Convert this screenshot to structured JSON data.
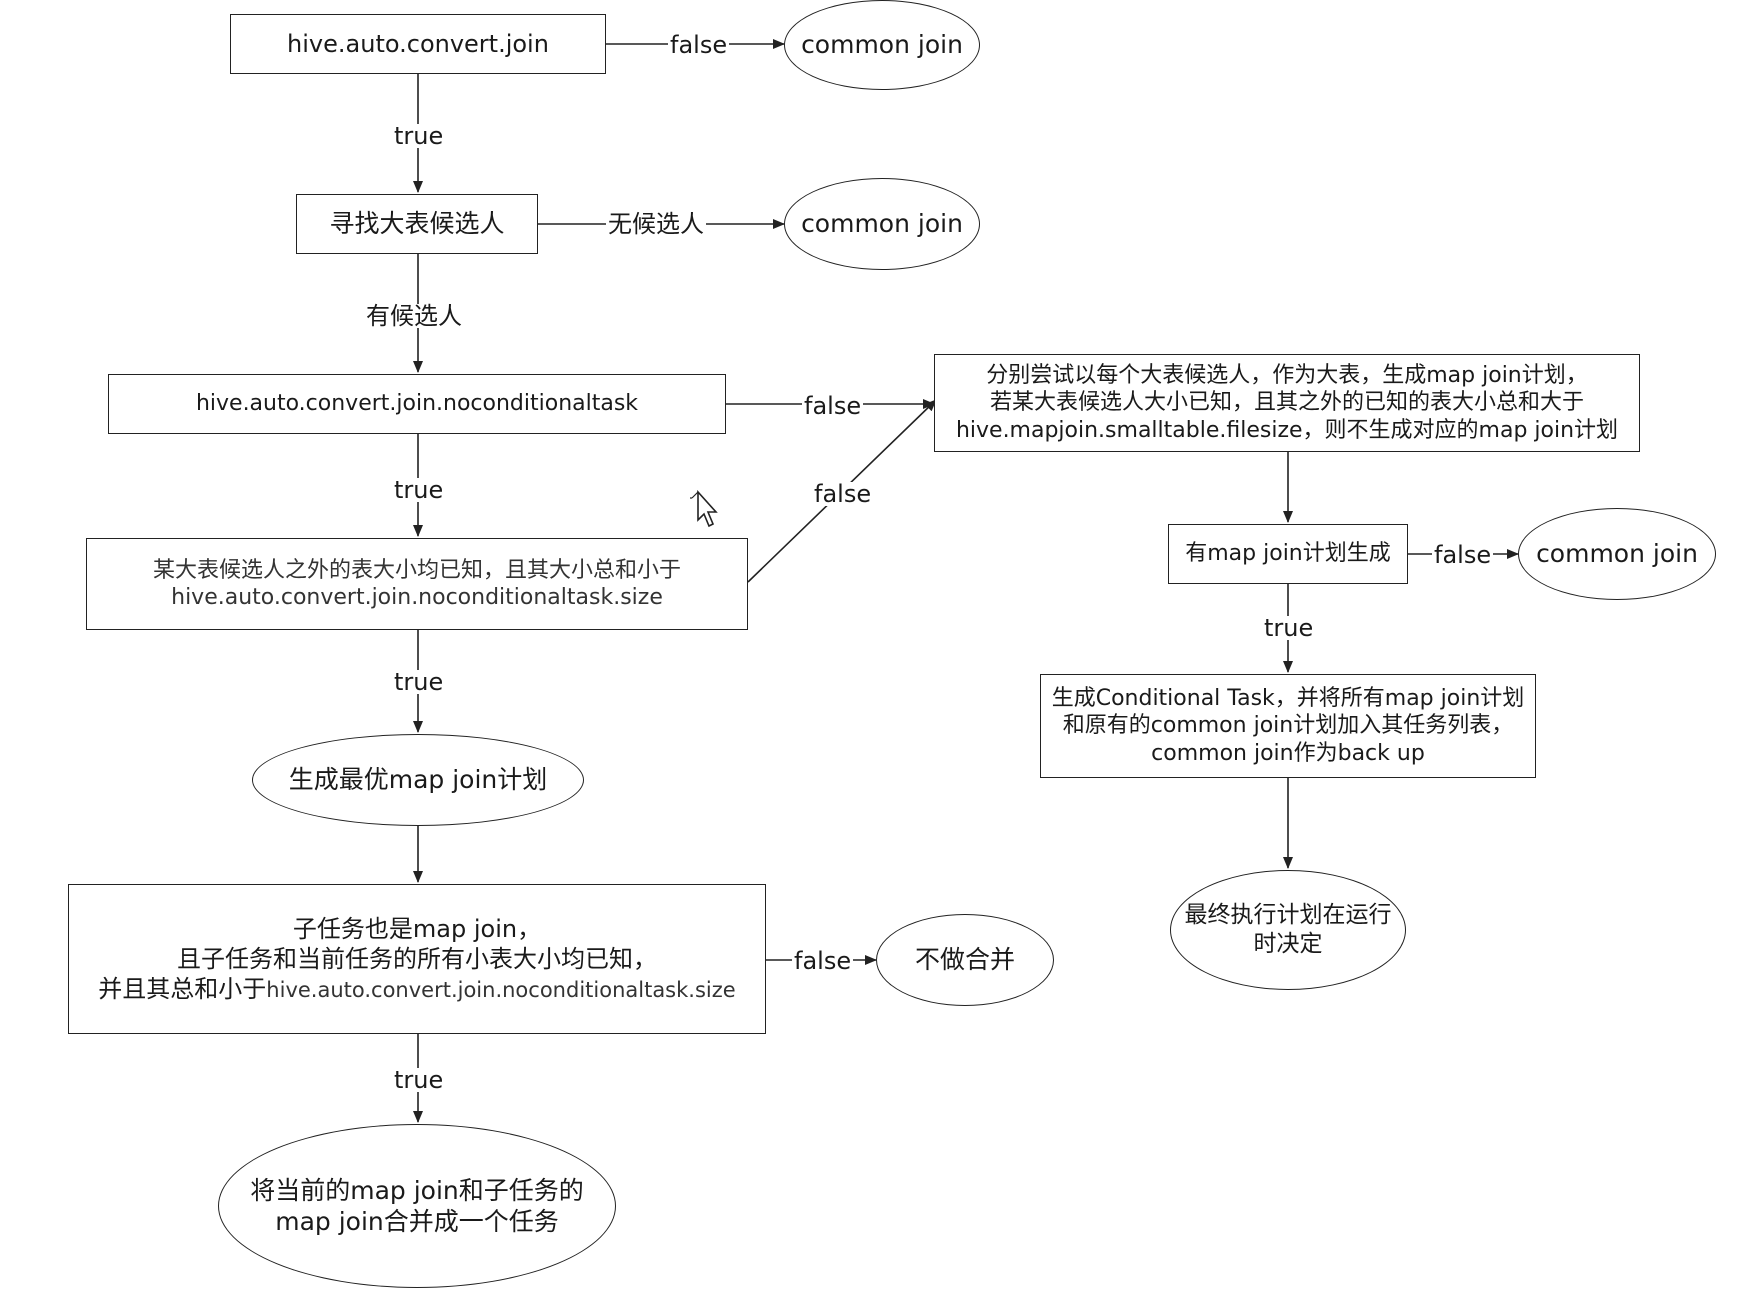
{
  "nodes": {
    "n1": "hive.auto.convert.join",
    "n1_false": "common join",
    "n2": "寻找大表候选人",
    "n2_none": "common join",
    "n3": "hive.auto.convert.join.noconditionaltask",
    "n4_line1": "某大表候选人之外的表大小均已知，且其大小总和小于",
    "n4_line2": "hive.auto.convert.join.noconditionaltask.size",
    "n5": "生成最优map join计划",
    "n6_line1": "子任务也是map join，",
    "n6_line2": "且子任务和当前任务的所有小表大小均已知，",
    "n6_line3a": "并且其总和小于",
    "n6_line3b": "hive.auto.convert.join.noconditionaltask.size",
    "n6_false": "不做合并",
    "n7_line1": "将当前的map join和子任务的",
    "n7_line2": "map join合并成一个任务",
    "r1_line1": "分别尝试以每个大表候选人，作为大表，生成map join计划，",
    "r1_line2": "若某大表候选人大小已知，且其之外的已知的表大小总和大于",
    "r1_line3": "hive.mapjoin.smalltable.filesize，则不生成对应的map join计划",
    "r2": "有map join计划生成",
    "r2_false": "common join",
    "r3_line1": "生成Conditional Task，并将所有map join计划",
    "r3_line2": "和原有的common join计划加入其任务列表，",
    "r3_line3": "common join作为back up",
    "r4_line1": "最终执行计划在运行",
    "r4_line2": "时决定"
  },
  "edges": {
    "e1_false": "false",
    "e1_true": "true",
    "e2_none": "无候选人",
    "e2_some": "有候选人",
    "e3_false": "false",
    "e3_true": "true",
    "e4_false": "false",
    "e4_true": "true",
    "e6_false": "false",
    "e6_true": "true",
    "r2_false": "false",
    "r2_true": "true"
  },
  "colors": {
    "line": "#222222",
    "text": "#1a1a1a",
    "background": "#ffffff"
  }
}
